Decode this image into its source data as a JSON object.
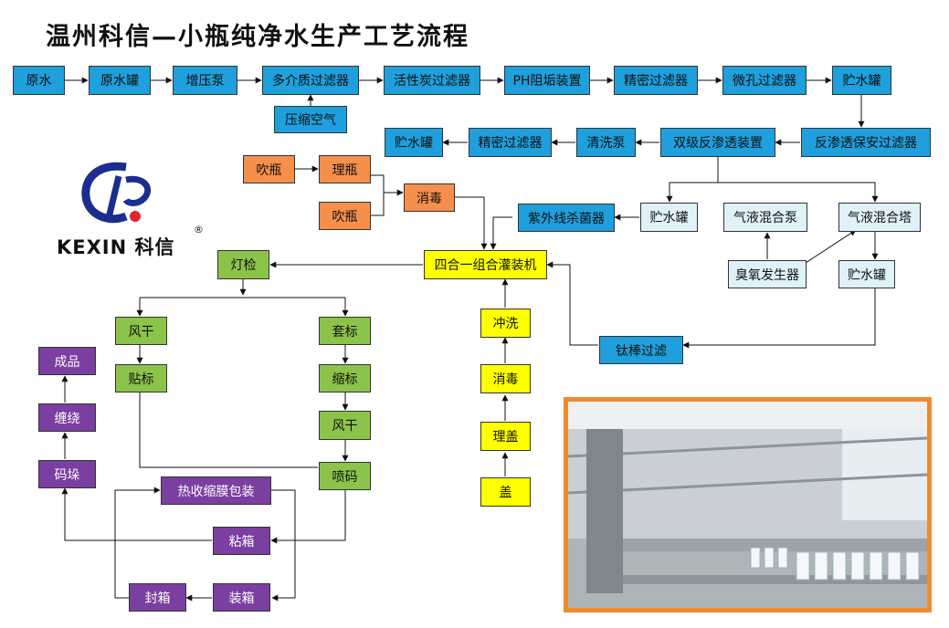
{
  "title": "温州科信—小瓶纯净水生产工艺流程",
  "logo": {
    "brand_latin": "KEXIN",
    "brand_cn": "科信",
    "registered": "®"
  },
  "colors": {
    "blue": "#1f9fdc",
    "light_blue": "#dff1f9",
    "orange": "#f58f4b",
    "yellow": "#ffff00",
    "green": "#8cc34a",
    "purple": "#7a3fa1",
    "frame": "#f08a2f"
  },
  "nodes": {
    "raw_water": "原水",
    "raw_water_tank": "原水罐",
    "booster_pump": "增压泵",
    "multi_media_filter": "多介质过滤器",
    "compressed_air": "压缩空气",
    "activated_carbon_filter": "活性炭过滤器",
    "ph_scale_device": "PH阻垢装置",
    "precision_filter_1": "精密过滤器",
    "micropore_filter": "微孔过滤器",
    "storage_tank_1": "贮水罐",
    "ro_security_filter": "反渗透保安过滤器",
    "double_ro": "双级反渗透装置",
    "cleaning_pump": "清洗泵",
    "precision_filter_2": "精密过滤器",
    "storage_tank_2": "贮水罐",
    "blow_bottle_1": "吹瓶",
    "arrange_bottle": "理瓶",
    "blow_bottle_2": "吹瓶",
    "disinfect_1": "消毒",
    "uv_sterilizer": "紫外线杀菌器",
    "storage_tank_3": "贮水罐",
    "gas_liquid_pump": "气液混合泵",
    "gas_liquid_tower": "气液混合塔",
    "ozone_generator": "臭氧发生器",
    "storage_tank_4": "贮水罐",
    "four_in_one": "四合一组合灌装机",
    "titanium_filter": "钛棒过滤",
    "rinse": "冲洗",
    "disinfect_2": "消毒",
    "arrange_cap": "理盖",
    "cap": "盖",
    "light_inspection": "灯检",
    "air_dry_1": "风干",
    "labeling": "贴标",
    "sleeve_label": "套标",
    "shrink_label": "缩标",
    "air_dry_2": "风干",
    "inkjet_code": "喷码",
    "heat_shrink_pack": "热收缩膜包装",
    "glue_box": "粘箱",
    "seal_box": "封箱",
    "pack_box": "装箱",
    "finished": "成品",
    "wrap": "缠绕",
    "stack": "码垛"
  }
}
